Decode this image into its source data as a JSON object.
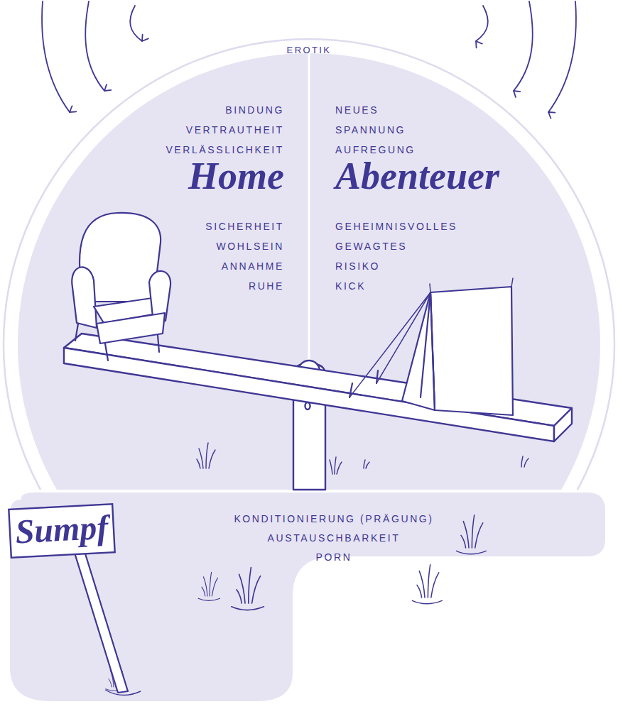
{
  "diagram": {
    "nodes": [
      {
        "text": [
          "EROTIK"
        ]
      },
      {
        "text": [
          "BINDUNG",
          "VERTRAUTHEIT",
          "VERLÄSSLICHKEIT",
          "Home",
          "SICHERHEIT",
          "WOHLSEIN",
          "ANNAHME",
          "RUHE"
        ],
        "in": 0
      },
      {
        "text": [
          "NEUES",
          "SPANNUNG",
          "AUFREGUNG",
          "Abenteuer",
          "GEHEIMNISVOLLES",
          "GEWAGTES",
          "RISIKO",
          "KICK"
        ],
        "in": 0
      },
      {
        "text": [
          "KONDITIONIERUNG (PRÄGUNG)",
          "AUSTAUSCHBARKEIT",
          "PORN"
        ]
      },
      {
        "text": [
          "Sumpf"
        ],
        "in": 3
      }
    ]
  }
}
